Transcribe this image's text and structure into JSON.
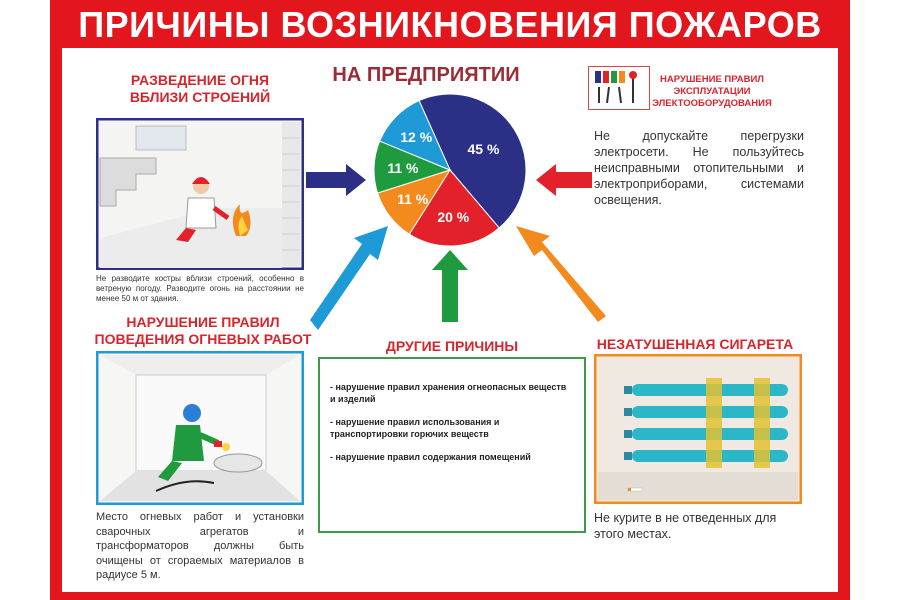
{
  "title": "ПРИЧИНЫ ВОЗНИКНОВЕНИЯ ПОЖАРОВ",
  "subtitle": "НА ПРЕДПРИЯТИИ",
  "sections": {
    "fire_near_buildings": {
      "heading_line1": "РАЗВЕДЕНИЕ ОГНЯ",
      "heading_line2": "ВБЛИЗИ СТРОЕНИЙ",
      "text": "Не разводите костры вблизи строений, особенно в ветреную погоду. Разводите огонь на расстоянии не менее 50 м от здания."
    },
    "electrical": {
      "heading_line1": "НАРУШЕНИЕ ПРАВИЛ",
      "heading_line2": "ЭКСПЛУАТАЦИИ",
      "heading_line3": "ЭЛЕКТООБОРУДОВАНИЯ",
      "text": "Не допускайте перегрузки электросети. Не пользуйтесь неисправными отопительными и электроприборами, системами освещения."
    },
    "hot_work": {
      "heading_line1": "НАРУШЕНИЕ ПРАВИЛ",
      "heading_line2": "ПОВЕДЕНИЯ ОГНЕВЫХ РАБОТ",
      "text": "Место огневых работ и установки сварочных агрегатов и трансформаторов должны быть очищены от сгораемых материалов в радиусе 5 м."
    },
    "other": {
      "heading": "ДРУГИЕ ПРИЧИНЫ",
      "items": [
        "- нарушение правил хранения огнеопасных веществ и изделий",
        "- нарушение правил использования и транспортировки горючих веществ",
        "- нарушение правил  содержания помещений"
      ]
    },
    "cigarette": {
      "heading": "НЕЗАТУШЕННАЯ СИГАРЕТА",
      "text_line1": "Не курите в не отведенных для",
      "text_line2": "этого местах."
    }
  },
  "chart_data": {
    "type": "pie",
    "slices": [
      {
        "label": "45 %",
        "value": 45,
        "color": "#2b2f86"
      },
      {
        "label": "20 %",
        "value": 20,
        "color": "#e3212b"
      },
      {
        "label": "11 %",
        "value": 11,
        "color": "#f28a1e"
      },
      {
        "label": "11 %",
        "value": 11,
        "color": "#1f9a3f"
      },
      {
        "label": "12 %",
        "value": 12,
        "color": "#1e9ad6"
      }
    ]
  },
  "colors": {
    "frame_red": "#e3161d",
    "heading_red": "#d4262c",
    "arrow_navy": "#2b2f86",
    "arrow_red": "#e3212b",
    "arrow_blue": "#1e9ad6",
    "arrow_green": "#1f9a3f",
    "arrow_orange": "#f28a1e"
  }
}
